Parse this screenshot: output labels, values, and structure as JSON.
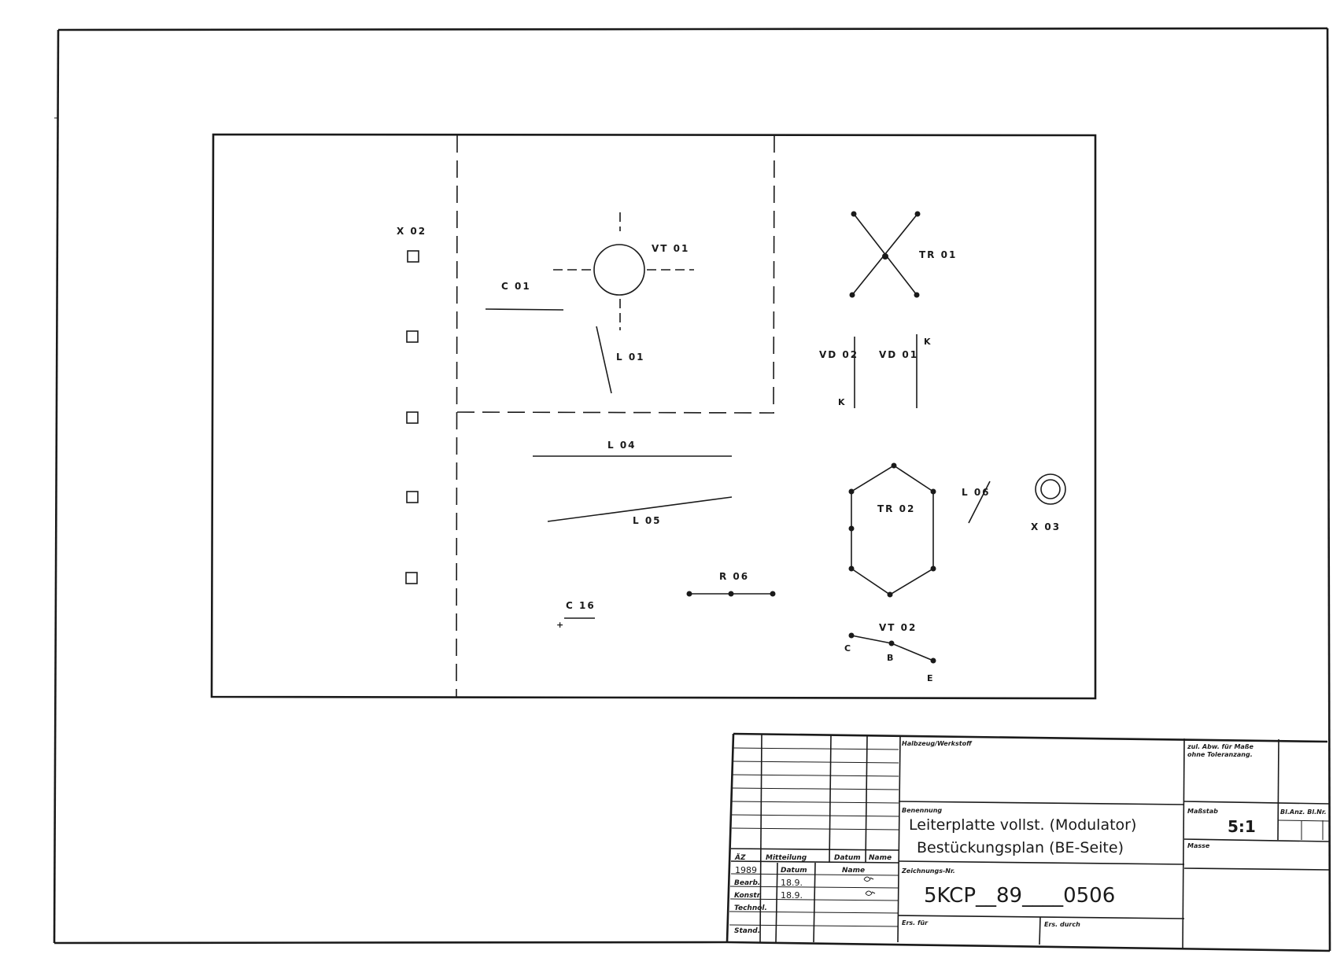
{
  "components": {
    "x02": "X 02",
    "vt01": "VT 01",
    "c01": "C 01",
    "l01": "L 01",
    "tr01": "TR 01",
    "vd02": "VD 02",
    "vd01": "VD 01",
    "k_vd01": "K",
    "k_vd02": "K",
    "l04": "L 04",
    "l05": "L 05",
    "l06": "L 06",
    "tr02": "TR 02",
    "x03": "X 03",
    "r06": "R 06",
    "c16": "C 16",
    "c16_plus": "+",
    "vt02": "VT 02",
    "vt02_c": "C",
    "vt02_b": "B",
    "vt02_e": "E"
  },
  "title_block": {
    "material_label": "Halbzeug/Werkstoff",
    "tolerance_label": "zul. Abw. für Maße ohne Toleranzang.",
    "designation_label": "Benennung",
    "title_line1": "Leiterplatte vollst. (Modulator)",
    "title_line2": "Bestückungsplan  (BE-Seite)",
    "scale_label": "Maßstab",
    "scale_value": "5:1",
    "sheet_label": "Bl.Anz. Bl.Nr.",
    "mass_label": "Masse",
    "az_label": "ÄZ",
    "mitteilung_label": "Mitteilung",
    "datum_label": "Datum",
    "name_label": "Name",
    "year": "1989",
    "datum_label2": "Datum",
    "name_label2": "Name",
    "bearb_label": "Bearb.",
    "bearb_date": "18.9.",
    "konstr_label": "Konstr.",
    "konstr_date": "18.9.",
    "technol_label": "Technol.",
    "stand_label": "Stand.",
    "drawing_no_label": "Zeichnungs-Nr.",
    "drawing_no": "5KCP__89____0506",
    "ers_fuer_label": "Ers. für",
    "ers_durch_label": "Ers. durch"
  }
}
